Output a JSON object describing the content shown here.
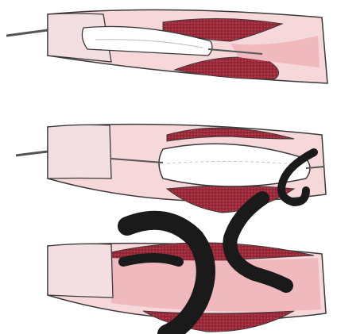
{
  "figure": {
    "panels": [
      {
        "id": "catheter-positioned",
        "order": 1,
        "balloon_state": "deflated",
        "plaque_state": "narrowing"
      },
      {
        "id": "balloon-inflated",
        "order": 2,
        "balloon_state": "inflated",
        "plaque_state": "compressed"
      },
      {
        "id": "vessel-widened",
        "order": 3,
        "balloon_state": "removed",
        "plaque_state": "compressed"
      }
    ],
    "colors": {
      "background": "#ffffff",
      "outline": "#3a3a3a",
      "vessel_wall": "#f6d7da",
      "lumen": "#f0b9be",
      "plaque": "#9a2a3a",
      "plaque_speckle": "#c24a5c",
      "catheter_sheath": "#f3dfe1",
      "balloon": "#ffffff",
      "wire": "#555555",
      "watermark": "#1a1a1a"
    },
    "watermark": {
      "type": "stylized-letterform"
    }
  }
}
